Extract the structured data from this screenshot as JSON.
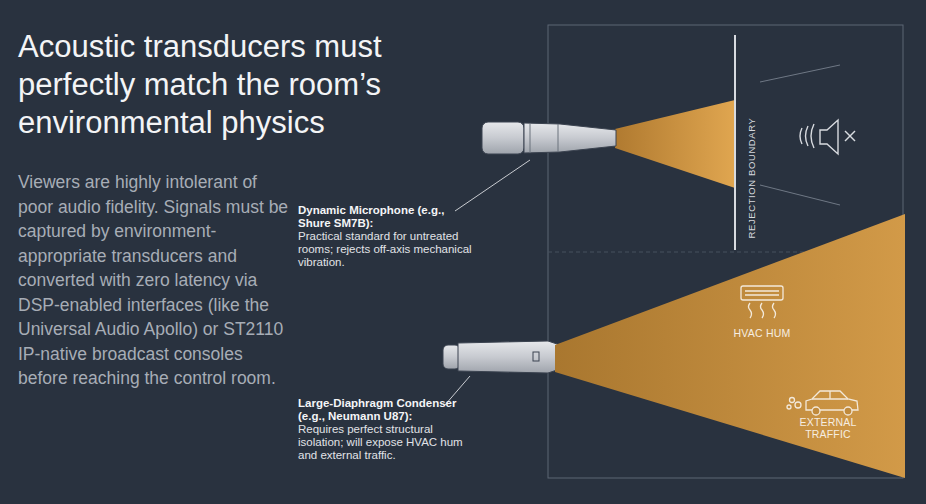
{
  "diagram": {
    "title": "Acoustic transducers must perfectly match the room’s environmental physics",
    "nodes": [
      {
        "text": [
          "HVAC HUM",
          "EXTERNAL TRAFFIC"
        ]
      }
    ],
    "labels": [
      "Viewers are highly intolerant of poor audio fidelity. Signals must be captured by environment-appropriate transducers and converted with zero latency via DSP-enabled interfaces (like the Universal Audio Apollo) or ST2110 IP-native broadcast consoles before reaching the control room.",
      "Dynamic Microphone (e.g., Shure SM7B):",
      "Practical standard for untreated rooms; rejects off-axis mechanical vibration.",
      "Large-Diaphragm Condenser (e.g., Neumann U87):",
      "Requires perfect structural isolation; will expose HVAC hum and external traffic.",
      "REJECTION BOUNDARY"
    ]
  }
}
